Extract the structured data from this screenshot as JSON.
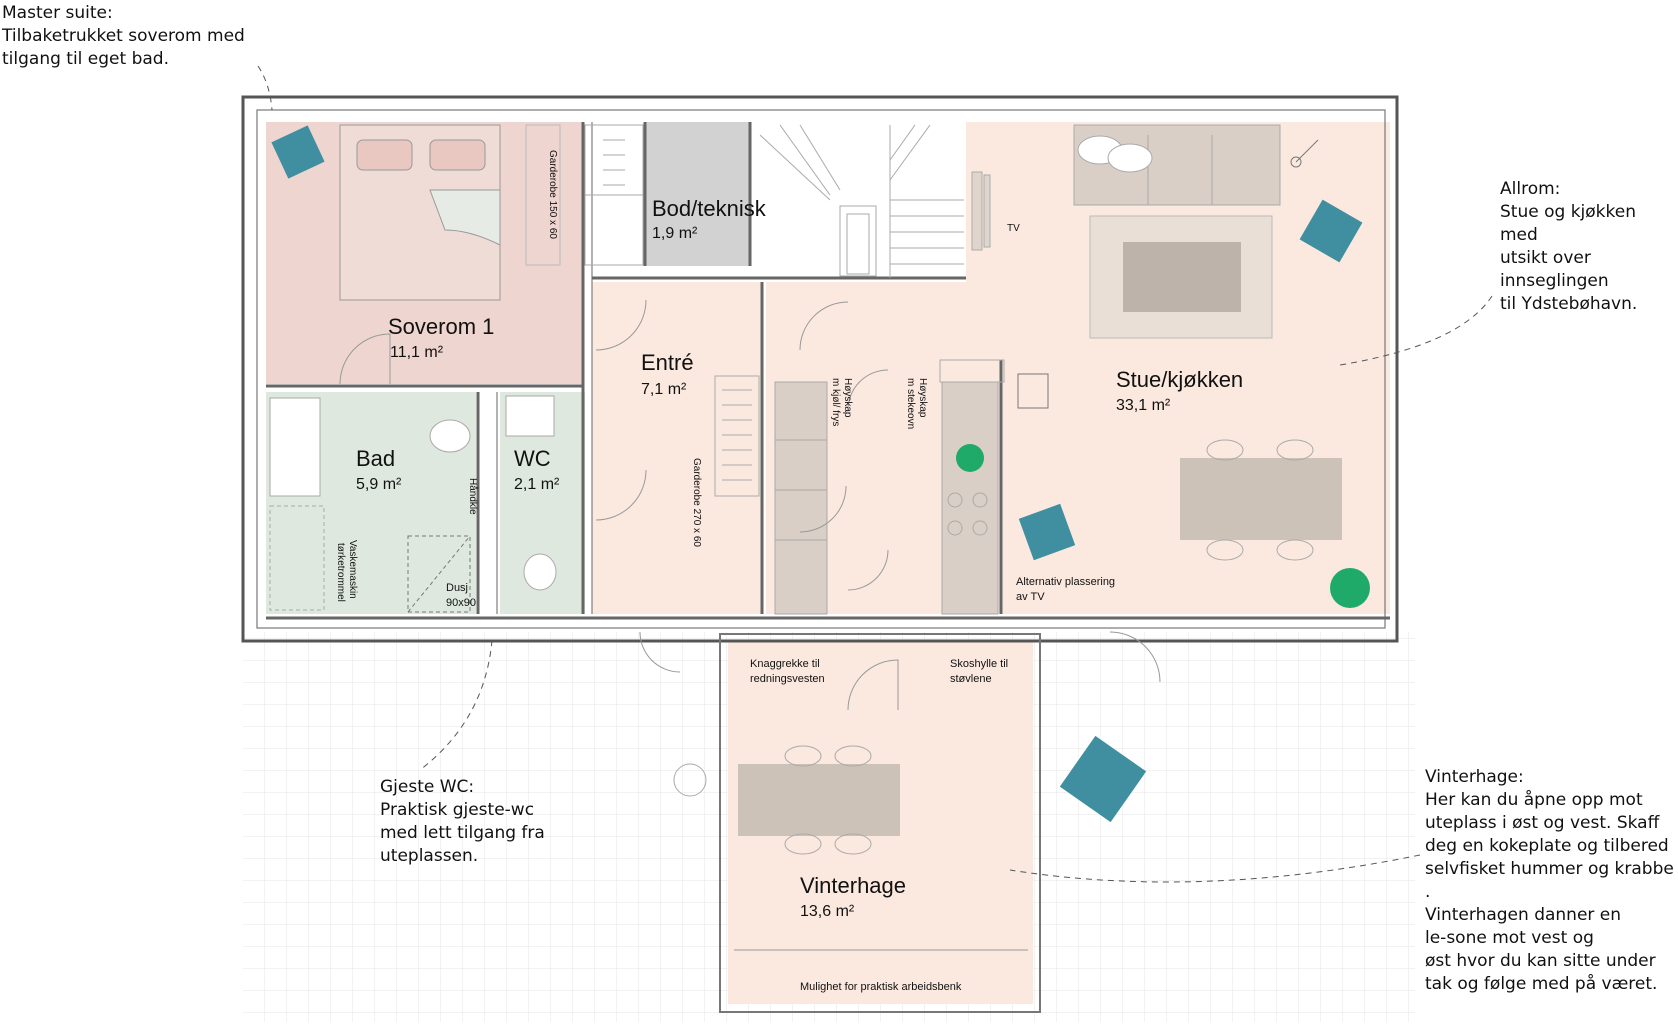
{
  "annotations": {
    "master": {
      "title": "Master suite:",
      "lines": [
        "Tilbaketrukket soverom med",
        "tilgang til eget bad."
      ]
    },
    "allrom": {
      "title": "Allrom:",
      "lines": [
        "Stue og kjøkken med",
        "utsikt over",
        "innseglingen",
        "til Ydstebøhavn."
      ]
    },
    "gjeste": {
      "title": "Gjeste WC:",
      "lines": [
        "Praktisk gjeste-wc",
        "med lett tilgang fra",
        "uteplassen."
      ]
    },
    "vinter": {
      "title": "Vinterhage:",
      "lines": [
        "Her kan du åpne opp mot",
        "uteplass i øst og vest. Skaff",
        "deg en kokeplate og tilbered",
        "selvfisket hummer og krabbe .",
        "Vinterhagen danner en",
        "le-sone mot vest og",
        "øst hvor du kan sitte under",
        "tak og følge med på været."
      ]
    }
  },
  "rooms": {
    "soverom": {
      "name": "Soverom 1",
      "area": "11,1 m²"
    },
    "bod": {
      "name": "Bod/teknisk",
      "area": "1,9 m²"
    },
    "entre": {
      "name": "Entré",
      "area": "7,1 m²"
    },
    "bad": {
      "name": "Bad",
      "area": "5,9 m²"
    },
    "wc": {
      "name": "WC",
      "area": "2,1 m²"
    },
    "stue": {
      "name": "Stue/kjøkken",
      "area": "33,1 m²"
    },
    "vinterhage": {
      "name": "Vinterhage",
      "area": "13,6 m²"
    }
  },
  "labels": {
    "garderobe_bed": "Garderobe 150 x 60",
    "garderobe_entre": "Garderobe 270 x 60",
    "handkle": "Håndkle",
    "vaskemaskin": "Vaskemaskin",
    "torketrommel": "tørketrommel",
    "dusj": "Dusj",
    "dusj_size": "90x90",
    "tv": "TV",
    "hoyskap1a": "Høyskap",
    "hoyskap1b": "m kjøl/ frys",
    "hoyskap2a": "Høyskap",
    "hoyskap2b": "m stekeovn",
    "alt_tv1": "Alternativ plassering",
    "alt_tv2": "av TV",
    "knagg1": "Knaggrekke til",
    "knagg2": "redningsvesten",
    "sko1": "Skoshylle til",
    "sko2": "støvlene",
    "arbeidsbenk": "Mulighet for praktisk arbeidsbenk"
  },
  "colors": {
    "bedroom": "#eed5d0",
    "bath": "#dfe8df",
    "storage": "#d2d2d2",
    "living": "#fbe9e0",
    "accent_chair": "#3f8fa0",
    "plant": "#1faa6a",
    "furniture": "#d9cfc6",
    "wall": "#555555"
  }
}
